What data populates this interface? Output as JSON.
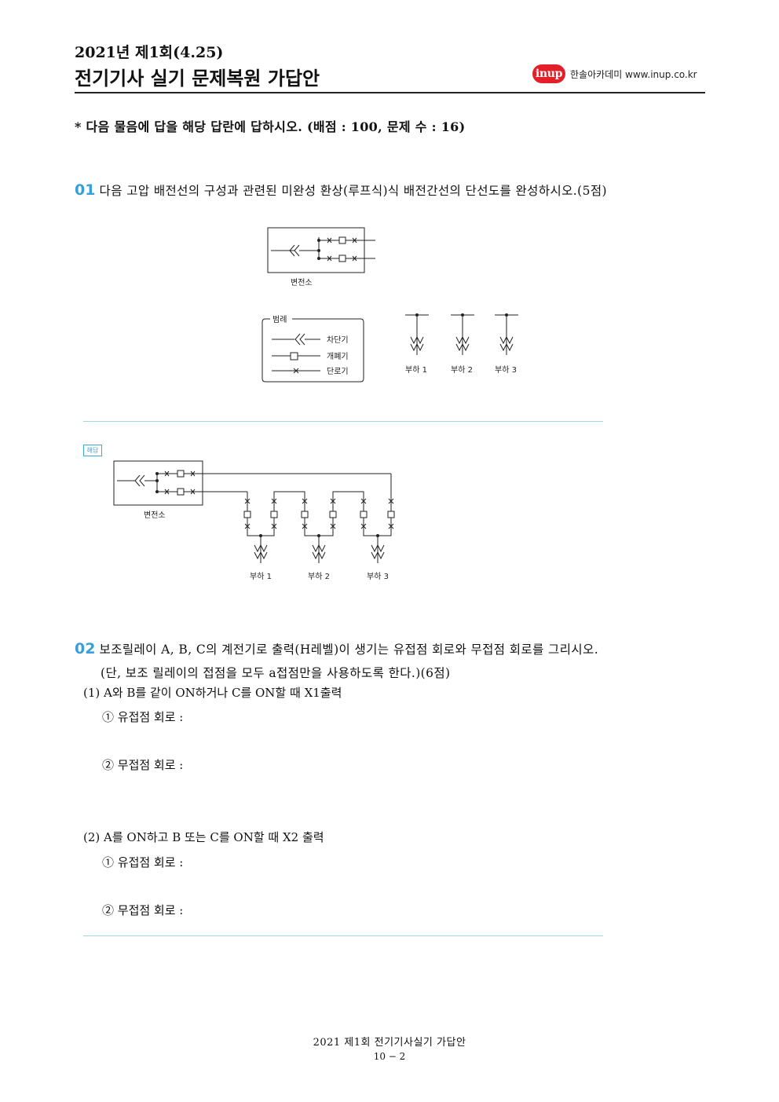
{
  "header": {
    "date": "2021년 제1회(4.25)",
    "title": "전기기사 실기 문제복원 가답안",
    "logo_text": "inup",
    "brand": "한솔아카데미 www.inup.co.kr"
  },
  "instruction": "* 다음 물음에 답을 해당 답란에 답하시오. (배점 : 100, 문제 수 : 16)",
  "q1": {
    "number": "01",
    "text": "다음 고압 배전선의 구성과 관련된 미완성 환상(루프식)식 배전간선의 단선도를 완성하시오.(5점)",
    "substation_label": "변전소",
    "legend": {
      "title": "범례",
      "items": [
        "차단기",
        "개폐기",
        "단로기"
      ]
    },
    "loads": [
      "부하 1",
      "부하 2",
      "부하 3"
    ],
    "answer_badge": "해답"
  },
  "q2": {
    "number": "02",
    "text": "보조릴레이 A, B, C의 계전기로 출력(H레벨)이 생기는 유접점 회로와 무접점 회로를 그리시오.",
    "note": "(단, 보조 릴레이의 접점을 모두 a접점만을 사용하도록 한다.)(6점)",
    "sub1": {
      "label": "(1) A와 B를 같이 ON하거나 C를 ON할 때 X1출력",
      "a": "① 유접점 회로 :",
      "b": "② 무접점 회로 :"
    },
    "sub2": {
      "label": "(2) A를 ON하고 B 또는 C를 ON할 때 X2 출력",
      "a": "① 유접점 회로 :",
      "b": "② 무접점 회로 :"
    }
  },
  "footer": {
    "title": "2021 제1회 전기기사실기 가답안",
    "page": "10 − 2"
  }
}
